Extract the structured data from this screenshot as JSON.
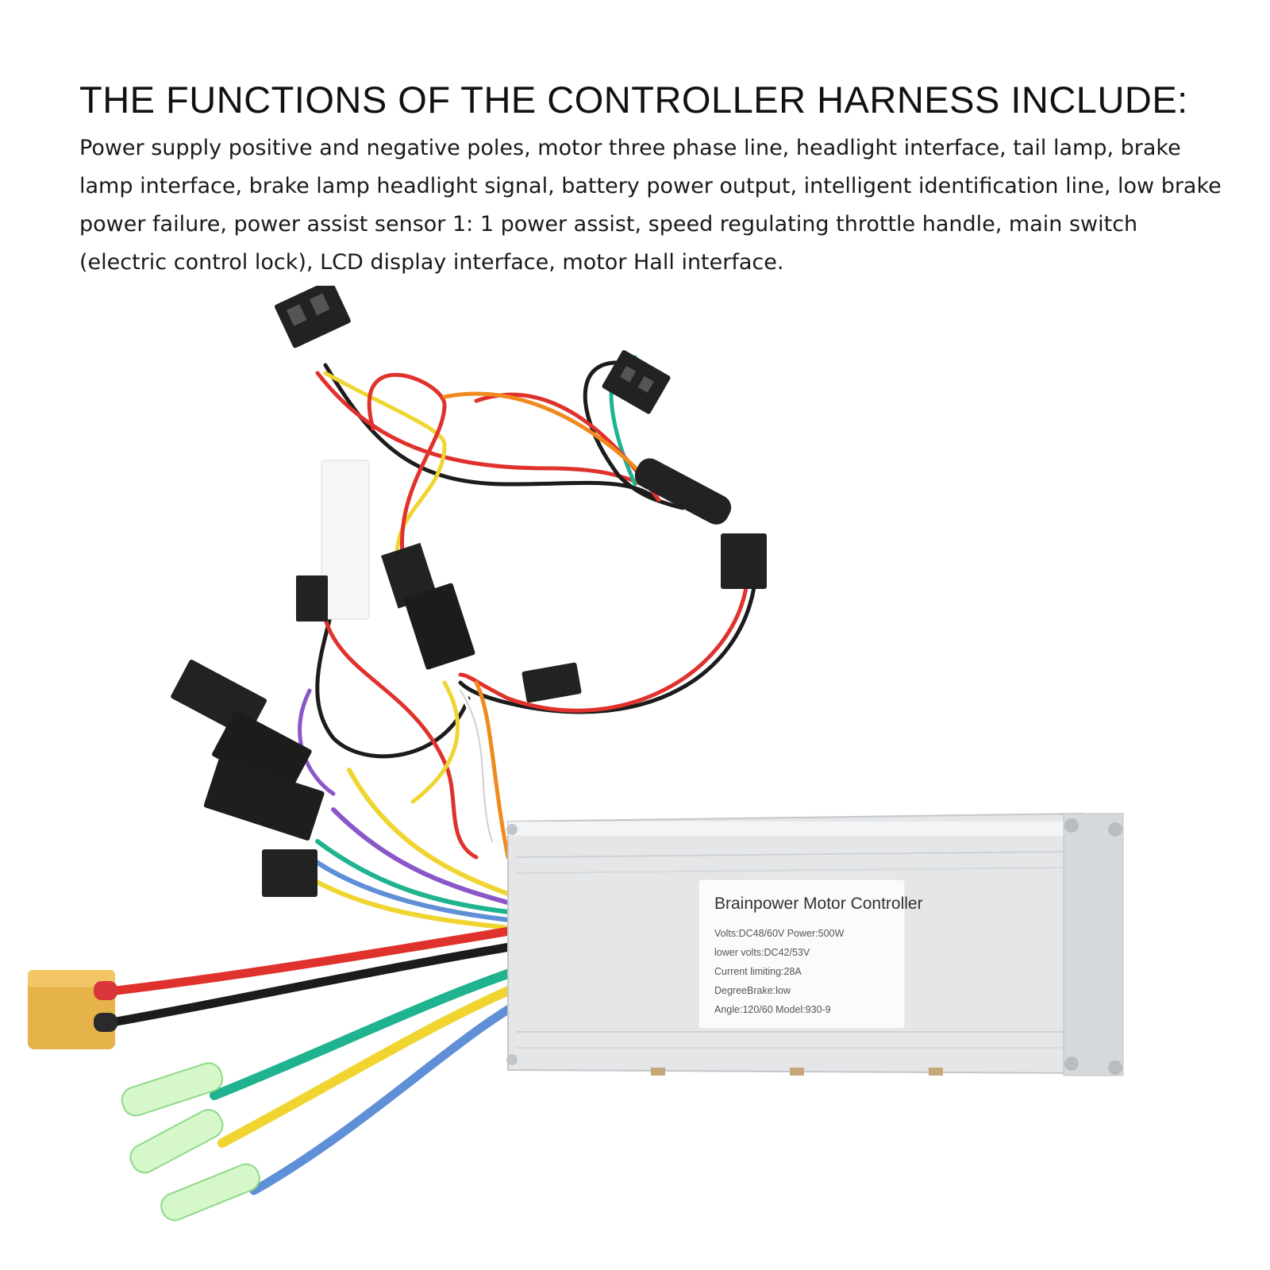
{
  "heading": "THE FUNCTIONS OF THE CONTROLLER HARNESS INCLUDE:",
  "description": "Power supply positive and negative poles, motor three phase line, headlight interface, tail lamp, brake lamp interface, brake lamp headlight signal, battery power output, intelligent identification line, low brake power failure, power assist sensor 1: 1 power assist, speed regulating throttle handle, main switch (electric control lock), LCD display interface, motor Hall interface.",
  "controller": {
    "title": "Brainpower Motor Controller",
    "line1": "Volts:DC48/60V   Power:500W",
    "line2": "lower volts:DC42/53V",
    "line3": "Current limiting:28A",
    "line4": "DegreeBrake:low",
    "line5": "Angle:120/60  Model:930-9"
  },
  "colors": {
    "red": "#e0322d",
    "black": "#1c1c1c",
    "yellow": "#f0d531",
    "green": "#1fb38f",
    "blue": "#5f8fd6",
    "orange": "#f08a1e",
    "purple": "#8b57c8",
    "case": "#e4e6e8",
    "xt60": "#e6b24a"
  }
}
